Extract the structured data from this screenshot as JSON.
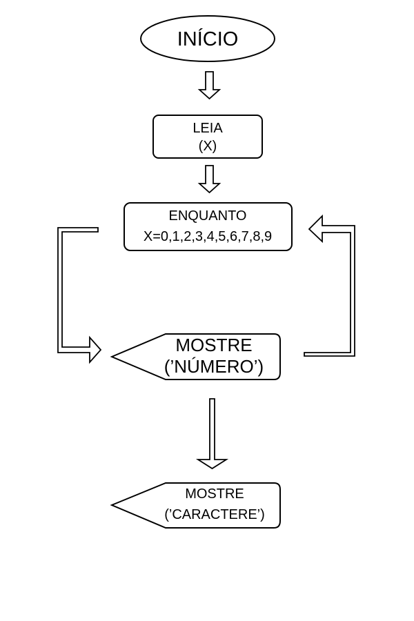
{
  "flowchart": {
    "start": "INÍCIO",
    "read": {
      "line1": "LEIA",
      "line2": "(X)"
    },
    "loop": {
      "line1": "ENQUANTO",
      "line2": "X=0,1,2,3,4,5,6,7,8,9"
    },
    "display_number": {
      "line1": "MOSTRE",
      "line2": "(’NÚMERO’)"
    },
    "display_character": {
      "line1": "MOSTRE",
      "line2": "(’CARACTERE’)"
    }
  }
}
